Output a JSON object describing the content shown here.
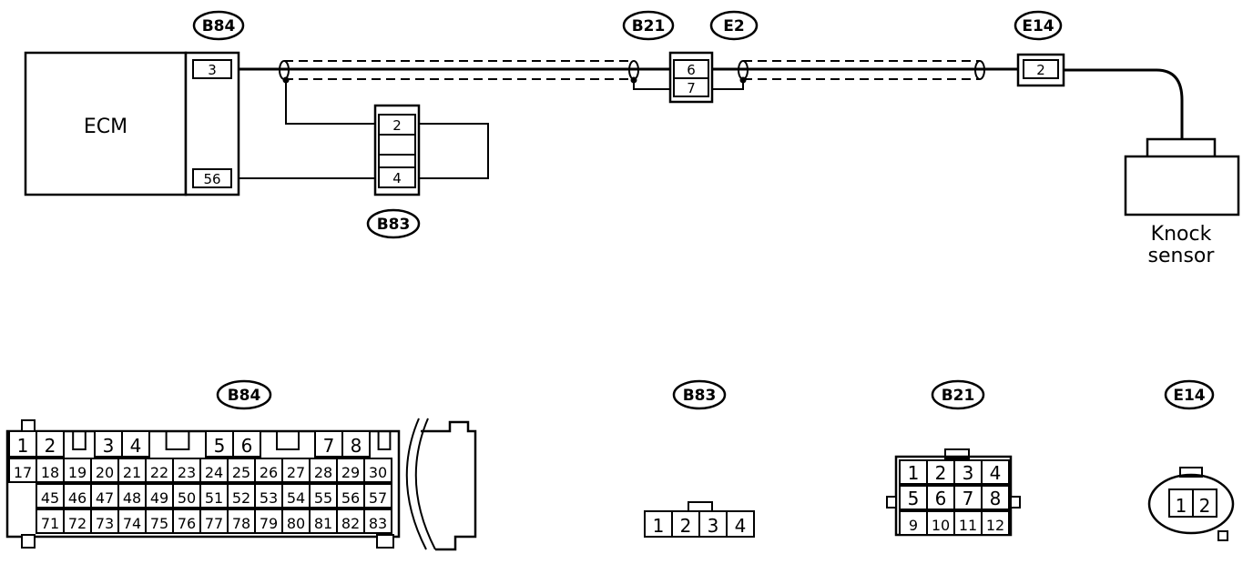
{
  "diagram": {
    "ecm": {
      "label": "ECM",
      "pins": [
        "3",
        "56"
      ]
    },
    "sensor": {
      "label_line1": "Knock",
      "label_line2": "sensor"
    },
    "tags": {
      "b84": "B84",
      "b83": "B83",
      "b21": "B21",
      "e2": "E2",
      "e14": "E14"
    },
    "b83_pins": [
      "2",
      "4"
    ],
    "b21_e2_pins": [
      "6",
      "7"
    ],
    "e14_pin": "2"
  },
  "connectors": {
    "b84": {
      "tag": "B84",
      "row1": [
        "1",
        "2",
        "3",
        "4",
        "5",
        "6",
        "7",
        "8"
      ],
      "row2": [
        "17",
        "18",
        "19",
        "20",
        "21",
        "22",
        "23",
        "24",
        "25",
        "26",
        "27",
        "28",
        "29",
        "30"
      ],
      "row3": [
        "45",
        "46",
        "47",
        "48",
        "49",
        "50",
        "51",
        "52",
        "53",
        "54",
        "55",
        "56",
        "57"
      ],
      "row4": [
        "71",
        "72",
        "73",
        "74",
        "75",
        "76",
        "77",
        "78",
        "79",
        "80",
        "81",
        "82",
        "83"
      ]
    },
    "b83": {
      "tag": "B83",
      "pins": [
        "1",
        "2",
        "3",
        "4"
      ]
    },
    "b21": {
      "tag": "B21",
      "row1": [
        "1",
        "2",
        "3",
        "4"
      ],
      "row2": [
        "5",
        "6",
        "7",
        "8"
      ],
      "row3": [
        "9",
        "10",
        "11",
        "12"
      ]
    },
    "e14": {
      "tag": "E14",
      "pins": [
        "1",
        "2"
      ]
    }
  }
}
